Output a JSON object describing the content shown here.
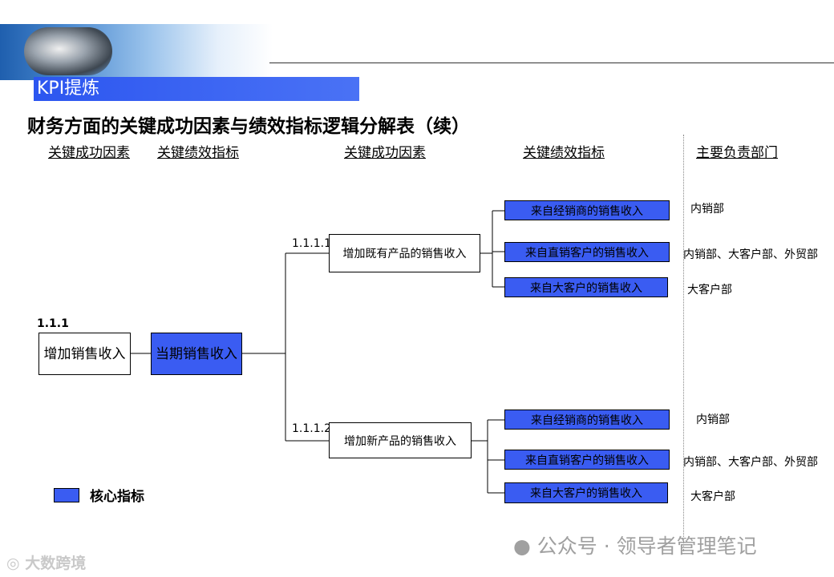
{
  "header": {
    "section_label": "KPI提炼",
    "title": "财务方面的关键成功因素与绩效指标逻辑分解表（续）"
  },
  "columns": [
    "关键成功因素",
    "关键绩效指标",
    "关键成功因素",
    "关键绩效指标",
    "主要负责部门"
  ],
  "root": {
    "code": "1.1.1",
    "factor": "增加销售收入",
    "indicator": "当期销售收入"
  },
  "branches": [
    {
      "code": "1.1.1.1",
      "factor": "增加既有产品的销售收入",
      "indicators": [
        {
          "label": "来自经销商的销售收入",
          "dept": "内销部"
        },
        {
          "label": "来自直销客户的销售收入",
          "dept": "内销部、大客户部、外贸部"
        },
        {
          "label": "来自大客户的销售收入",
          "dept": "大客户部"
        }
      ]
    },
    {
      "code": "1.1.1.2",
      "factor": "增加新产品的销售收入",
      "indicators": [
        {
          "label": "来自经销商的销售收入",
          "dept": "内销部"
        },
        {
          "label": "来自直销客户的销售收入",
          "dept": "内销部、大客户部、外贸部"
        },
        {
          "label": "来自大客户的销售收入",
          "dept": "大客户部"
        }
      ]
    }
  ],
  "legend": {
    "label": "核心指标",
    "color": "#3a5cf2"
  },
  "watermarks": {
    "account": "公众号 · 领导者管理笔记",
    "logo_text": "大数跨境"
  },
  "colors": {
    "core": "#3a5cf2",
    "banner": "#2c56f0"
  }
}
